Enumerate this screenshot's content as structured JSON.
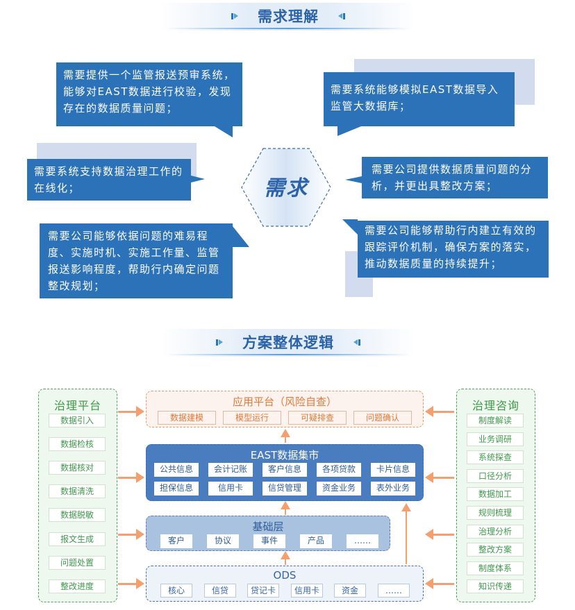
{
  "sections": {
    "demand_title": "需求理解",
    "solution_title": "方案整体逻辑"
  },
  "demand": {
    "center_label": "需求",
    "bubbles": [
      "需要提供一个监管报送预审系统，能够对EAST数据进行校验，发现存在的数据质量问题；",
      "需要系统能够模拟EAST数据导入监管大数据库；",
      "需要系统支持数据治理工作的在线化；",
      "需要公司提供数据质量问题的分析，并更出具整改方案；",
      "需要公司能够依据问题的难易程度、实施时机、实施工作量、监管报送影响程度，帮助行内确定问题整改规划；",
      "需要公司能够帮助行内建立有效的跟踪评价机制，确保方案的落实，推动数据质量的持续提升；"
    ]
  },
  "solution": {
    "left_panel": {
      "title": "治理平台",
      "items": [
        "数据引入",
        "数据检核",
        "数据核对",
        "数据清洗",
        "数据脱敏",
        "报文生成",
        "问题处置",
        "整改进度"
      ]
    },
    "right_panel": {
      "title": "治理咨询",
      "items": [
        "制度解读",
        "业务调研",
        "系统探查",
        "口径分析",
        "数据加工",
        "规则梳理",
        "治理分析",
        "整改方案",
        "制度体系",
        "知识传递"
      ]
    },
    "layers": {
      "app": {
        "title": "应用平台（风险自查）",
        "items": [
          "数据建模",
          "模型运行",
          "可疑排查",
          "问题确认"
        ]
      },
      "east": {
        "title": "EAST数据集市",
        "row1": [
          "公共信息",
          "会计记账",
          "客户信息",
          "各项贷款",
          "卡片信息"
        ],
        "row2": [
          "担保信息",
          "信用卡",
          "信贷管理",
          "资金业务",
          "表外业务"
        ]
      },
      "base": {
        "title": "基础层",
        "items": [
          "客户",
          "协议",
          "事件",
          "产品",
          "……"
        ]
      },
      "ods": {
        "title": "ODS",
        "items": [
          "核心",
          "信贷",
          "贷记卡",
          "信用卡",
          "资金",
          "……"
        ]
      }
    }
  }
}
